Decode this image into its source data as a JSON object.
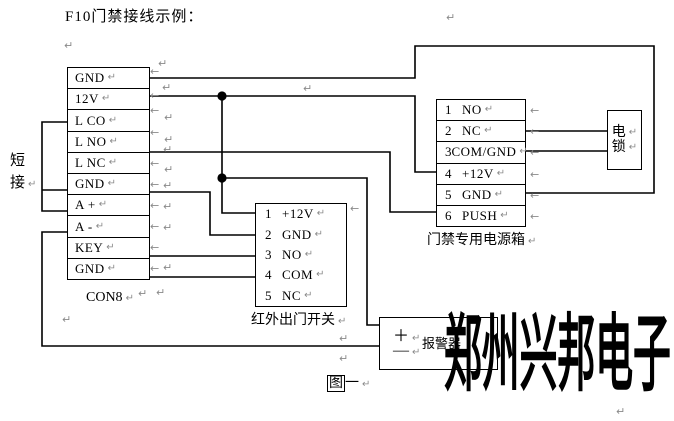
{
  "title": "F10门禁接线示例：",
  "con8": {
    "label": "CON8",
    "rows": [
      "GND",
      "12V",
      "L CO",
      "L NO",
      "L NC",
      "GND",
      "A +",
      "A -",
      "KEY",
      "GND"
    ]
  },
  "short_jumper": {
    "line1": "短",
    "line2": "接"
  },
  "exit_switch": {
    "label": "红外出门开关",
    "rows": [
      [
        "1",
        "+12V"
      ],
      [
        "2",
        "GND"
      ],
      [
        "3",
        "NO"
      ],
      [
        "4",
        "COM"
      ],
      [
        "5",
        "NC"
      ]
    ]
  },
  "power_box": {
    "label": "门禁专用电源箱",
    "rows": [
      [
        "1",
        "NO"
      ],
      [
        "2",
        "NC"
      ],
      [
        "3",
        "COM/GND"
      ],
      [
        "4",
        "+12V"
      ],
      [
        "5",
        "GND"
      ],
      [
        "6",
        "PUSH"
      ]
    ]
  },
  "lock": {
    "line1": "电",
    "line2": "锁"
  },
  "alarm": {
    "plus": "＋",
    "minus": "—",
    "label": "报警器"
  },
  "figure": {
    "boxed_char": "图",
    "rest": "一"
  },
  "watermark": "郑州兴邦电子",
  "marks": {
    "return_mark": "↵",
    "left_mark": "←"
  },
  "colors": {
    "wire": "#000000",
    "mark": "#8a8a8a",
    "watermark": "#000000",
    "background": "#ffffff"
  }
}
